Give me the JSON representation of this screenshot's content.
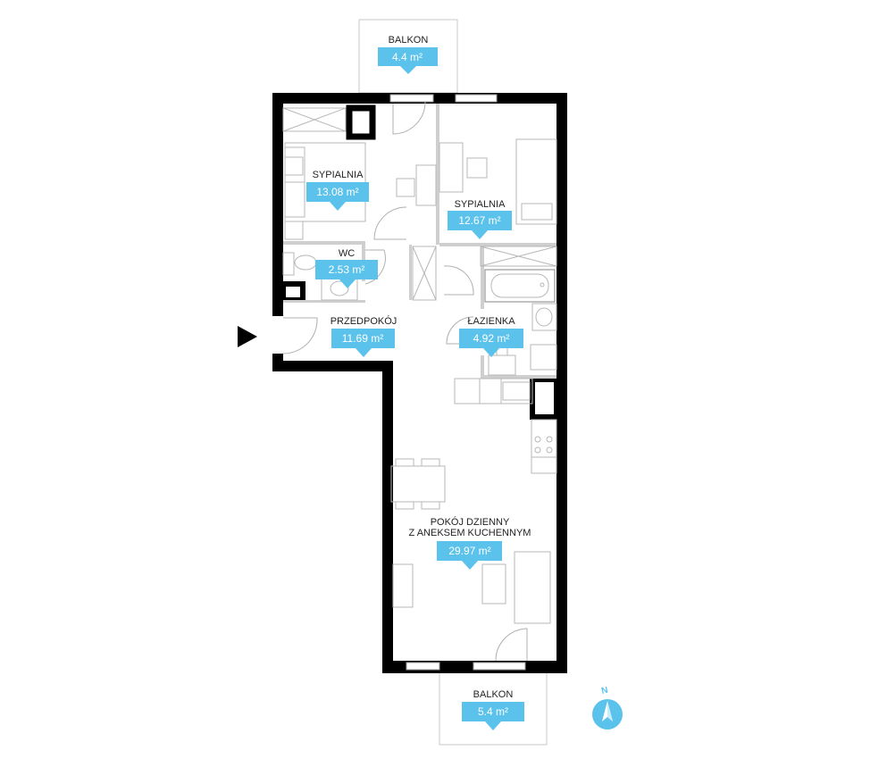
{
  "accent_color": "#5bc2ec",
  "rooms": [
    {
      "name": "BALKON",
      "area": "4.4 m²"
    },
    {
      "name": "SYPIALNIA",
      "area": "13.08 m²"
    },
    {
      "name": "SYPIALNIA",
      "area": "12.67 m²"
    },
    {
      "name": "WC",
      "area": "2.53 m²"
    },
    {
      "name": "PRZEDPOKÓJ",
      "area": "11.69 m²"
    },
    {
      "name": "ŁAZIENKA",
      "area": "4.92 m²"
    },
    {
      "name": "POKÓJ DZIENNY",
      "name_line2": "Z ANEKSEM KUCHENNYM",
      "area": "29.97 m²"
    },
    {
      "name": "BALKON",
      "area": "5.4 m²"
    }
  ],
  "compass": {
    "letter": "N",
    "icon": "compass-icon"
  },
  "entrance": {
    "icon": "entrance-arrow-icon"
  }
}
